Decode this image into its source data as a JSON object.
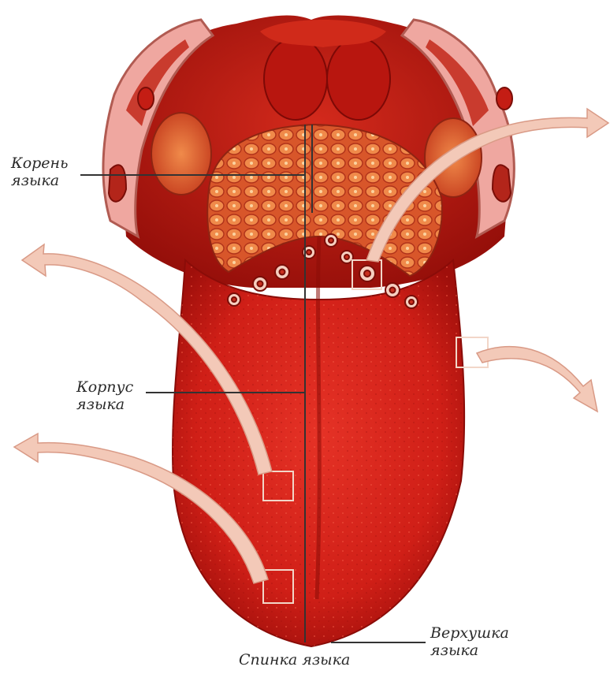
{
  "labels": {
    "root": {
      "line1": "Корень",
      "line2": "языка"
    },
    "body": {
      "line1": "Корпус",
      "line2": "языка"
    },
    "tip": {
      "line1": "Верхушка",
      "line2": "языка"
    },
    "back": "Спинка языка"
  },
  "colors": {
    "tongue": "#d8231c",
    "tongue_dark": "#b3120d",
    "throat": "#c91a12",
    "tonsil": "#e0552d",
    "arrow": "#f3c9b8",
    "arrow_stroke": "#d99a86",
    "mucosa": "#efa7a0",
    "leader": "#333333"
  }
}
